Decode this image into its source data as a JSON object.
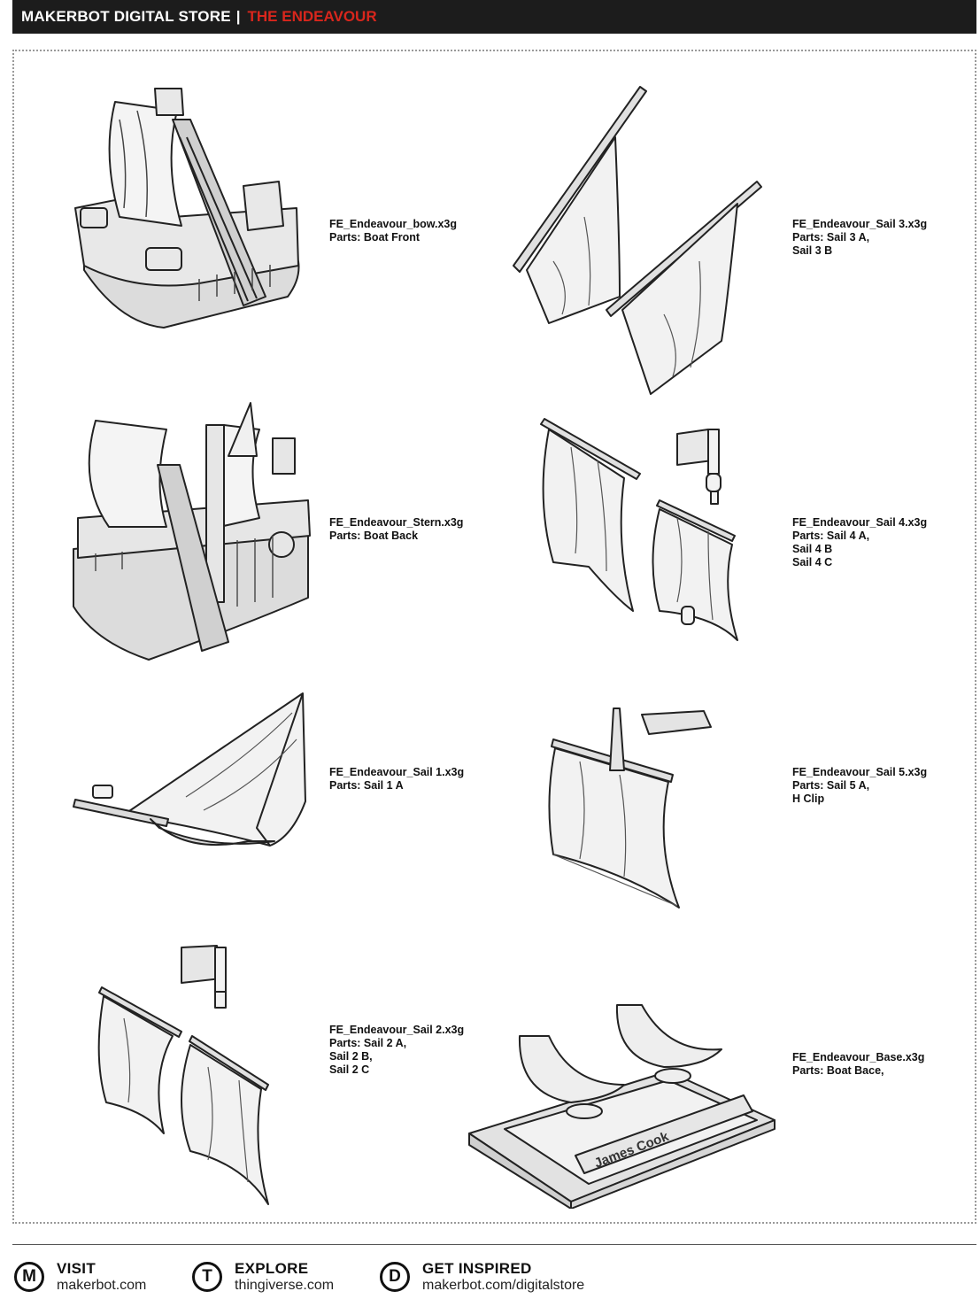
{
  "header": {
    "brand": "MAKERBOT DIGITAL STORE",
    "separator": "|",
    "title": "THE ENDEAVOUR"
  },
  "parts": [
    {
      "file": "FE_Endeavour_bow.x3g",
      "lines": [
        "Parts: Boat Front"
      ]
    },
    {
      "file": "FE_Endeavour_Sail 3.x3g",
      "lines": [
        "Parts: Sail 3 A,",
        "Sail 3 B"
      ]
    },
    {
      "file": "FE_Endeavour_Stern.x3g",
      "lines": [
        "Parts: Boat Back"
      ]
    },
    {
      "file": "FE_Endeavour_Sail 4.x3g",
      "lines": [
        "Parts: Sail 4 A,",
        "Sail 4 B",
        "Sail 4 C"
      ]
    },
    {
      "file": "FE_Endeavour_Sail 1.x3g",
      "lines": [
        "Parts: Sail 1 A"
      ]
    },
    {
      "file": "FE_Endeavour_Sail 5.x3g",
      "lines": [
        "Parts: Sail 5 A,",
        "H Clip"
      ]
    },
    {
      "file": "FE_Endeavour_Sail 2.x3g",
      "lines": [
        "Parts: Sail 2 A,",
        "Sail 2 B,",
        "Sail 2 C"
      ]
    },
    {
      "file": "FE_Endeavour_Base.x3g",
      "lines": [
        "Parts: Boat Bace,"
      ]
    }
  ],
  "plaque_text": "James Cook",
  "footer": [
    {
      "badge": "M",
      "icon": "makerbot-m-icon",
      "heading": "VISIT",
      "sub": "makerbot.com"
    },
    {
      "badge": "T",
      "icon": "thingiverse-t-icon",
      "heading": "EXPLORE",
      "sub": "thingiverse.com"
    },
    {
      "badge": "D",
      "icon": "digitalstore-d-icon",
      "heading": "GET INSPIRED",
      "sub": "makerbot.com/digitalstore"
    }
  ],
  "colors": {
    "header_bg": "#1c1c1c",
    "accent_red": "#d9261c",
    "frame_dots": "#9a9a9a"
  }
}
